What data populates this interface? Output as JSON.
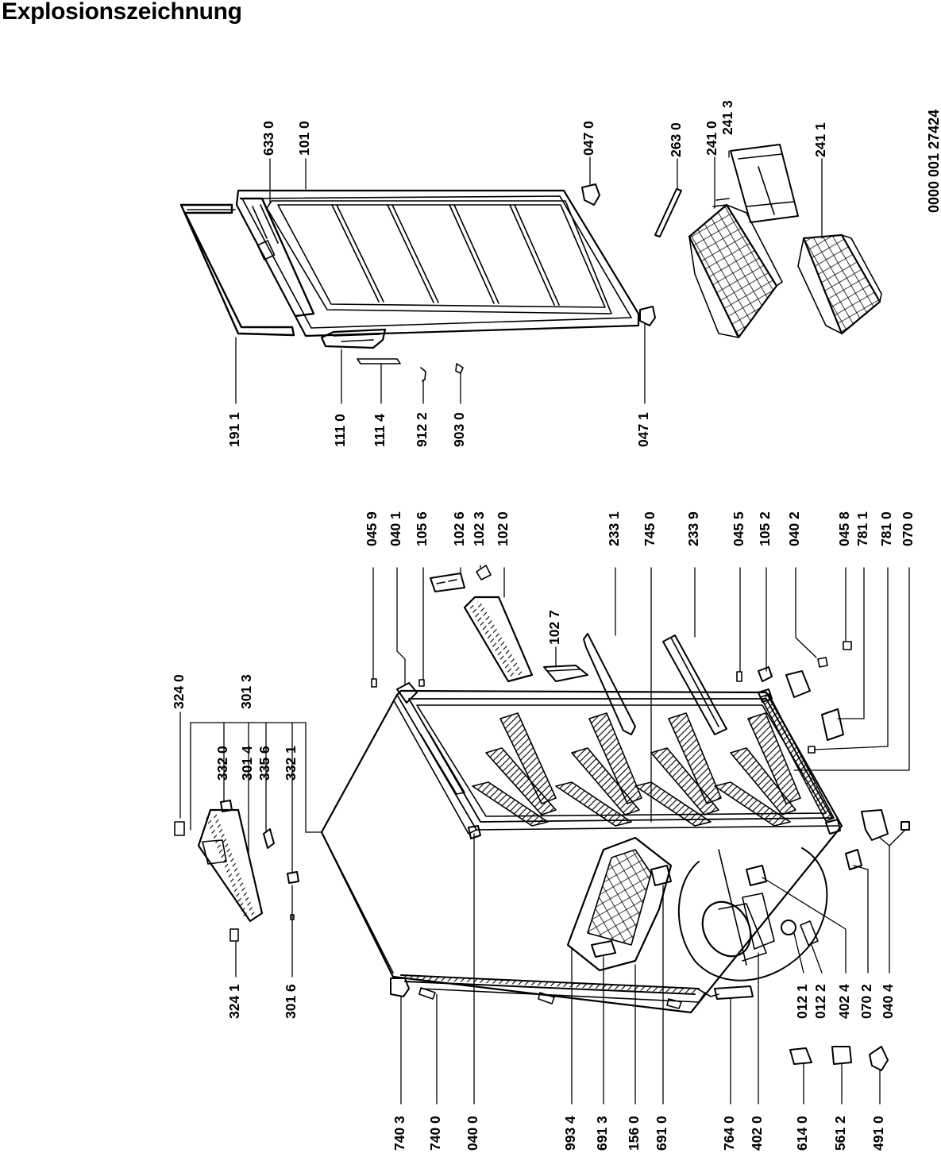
{
  "title": "Explosionszeichnung",
  "document_number": "0000 001 27424",
  "labels": [
    {
      "id": "633_0",
      "text": "633 0"
    },
    {
      "id": "101_0",
      "text": "101 0"
    },
    {
      "id": "047_0",
      "text": "047 0"
    },
    {
      "id": "263_0",
      "text": "263 0"
    },
    {
      "id": "241_0",
      "text": "241 0"
    },
    {
      "id": "241_3",
      "text": "241 3"
    },
    {
      "id": "241_1",
      "text": "241 1"
    },
    {
      "id": "191_1",
      "text": "191 1"
    },
    {
      "id": "111_0",
      "text": "111 0"
    },
    {
      "id": "111_4",
      "text": "111 4"
    },
    {
      "id": "912_2",
      "text": "912 2"
    },
    {
      "id": "903_0",
      "text": "903 0"
    },
    {
      "id": "047_1",
      "text": "047 1"
    },
    {
      "id": "045_9",
      "text": "045 9"
    },
    {
      "id": "040_1",
      "text": "040 1"
    },
    {
      "id": "105_6",
      "text": "105 6"
    },
    {
      "id": "102_6",
      "text": "102 6"
    },
    {
      "id": "102_3",
      "text": "102 3"
    },
    {
      "id": "102_0",
      "text": "102 0"
    },
    {
      "id": "102_7",
      "text": "102 7"
    },
    {
      "id": "233_1",
      "text": "233 1"
    },
    {
      "id": "745_0",
      "text": "745 0"
    },
    {
      "id": "233_9",
      "text": "233 9"
    },
    {
      "id": "045_5",
      "text": "045 5"
    },
    {
      "id": "105_2",
      "text": "105 2"
    },
    {
      "id": "040_2",
      "text": "040 2"
    },
    {
      "id": "045_8",
      "text": "045 8"
    },
    {
      "id": "781_1",
      "text": "781 1"
    },
    {
      "id": "781_0",
      "text": "781 0"
    },
    {
      "id": "070_0",
      "text": "070 0"
    },
    {
      "id": "324_0",
      "text": "324 0"
    },
    {
      "id": "301_3",
      "text": "301 3"
    },
    {
      "id": "332_0",
      "text": "332 0"
    },
    {
      "id": "301_4",
      "text": "301 4"
    },
    {
      "id": "335_6",
      "text": "335 6"
    },
    {
      "id": "332_1",
      "text": "332 1"
    },
    {
      "id": "324_1",
      "text": "324 1"
    },
    {
      "id": "301_6",
      "text": "301 6"
    },
    {
      "id": "012_1",
      "text": "012 1"
    },
    {
      "id": "012_2",
      "text": "012 2"
    },
    {
      "id": "402_4",
      "text": "402 4"
    },
    {
      "id": "070_2",
      "text": "070 2"
    },
    {
      "id": "040_4",
      "text": "040 4"
    },
    {
      "id": "740_3",
      "text": "740 3"
    },
    {
      "id": "740_0",
      "text": "740 0"
    },
    {
      "id": "040_0",
      "text": "040 0"
    },
    {
      "id": "993_4",
      "text": "993 4"
    },
    {
      "id": "691_3",
      "text": "691 3"
    },
    {
      "id": "156_0",
      "text": "156 0"
    },
    {
      "id": "691_0",
      "text": "691 0"
    },
    {
      "id": "764_0",
      "text": "764 0"
    },
    {
      "id": "402_0",
      "text": "402 0"
    },
    {
      "id": "614_0",
      "text": "614 0"
    },
    {
      "id": "561_2",
      "text": "561 2"
    },
    {
      "id": "491_0",
      "text": "491 0"
    }
  ]
}
